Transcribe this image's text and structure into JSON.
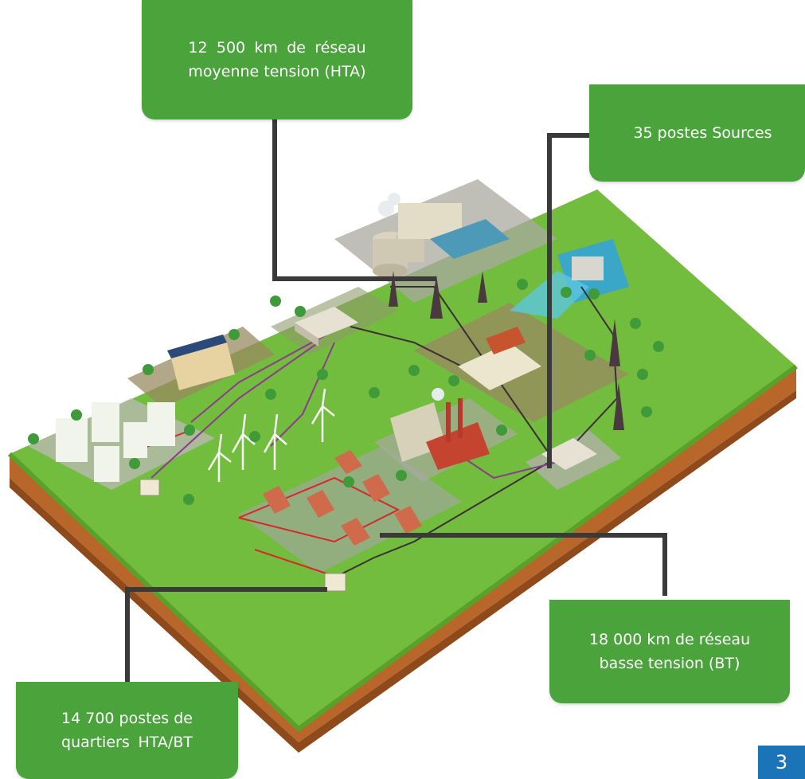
{
  "callouts": {
    "hta": {
      "line1": "12 500 km de réseau",
      "line2": "moyenne tension (HTA)"
    },
    "sources": {
      "text": "35 postes Sources"
    },
    "bt": {
      "line1": "18 000 km de réseau",
      "line2": "basse tension (BT)"
    },
    "postes": {
      "line1": "14 700 postes de",
      "line2": "quartiers HTA/BT"
    }
  },
  "page_number": "3",
  "colors": {
    "callout_green": "#4ba33c",
    "ground_green": "#6fbf3a",
    "soil_brown": "#b8662a",
    "connector": "#3a3a3a",
    "page_badge": "#1b73b8"
  }
}
